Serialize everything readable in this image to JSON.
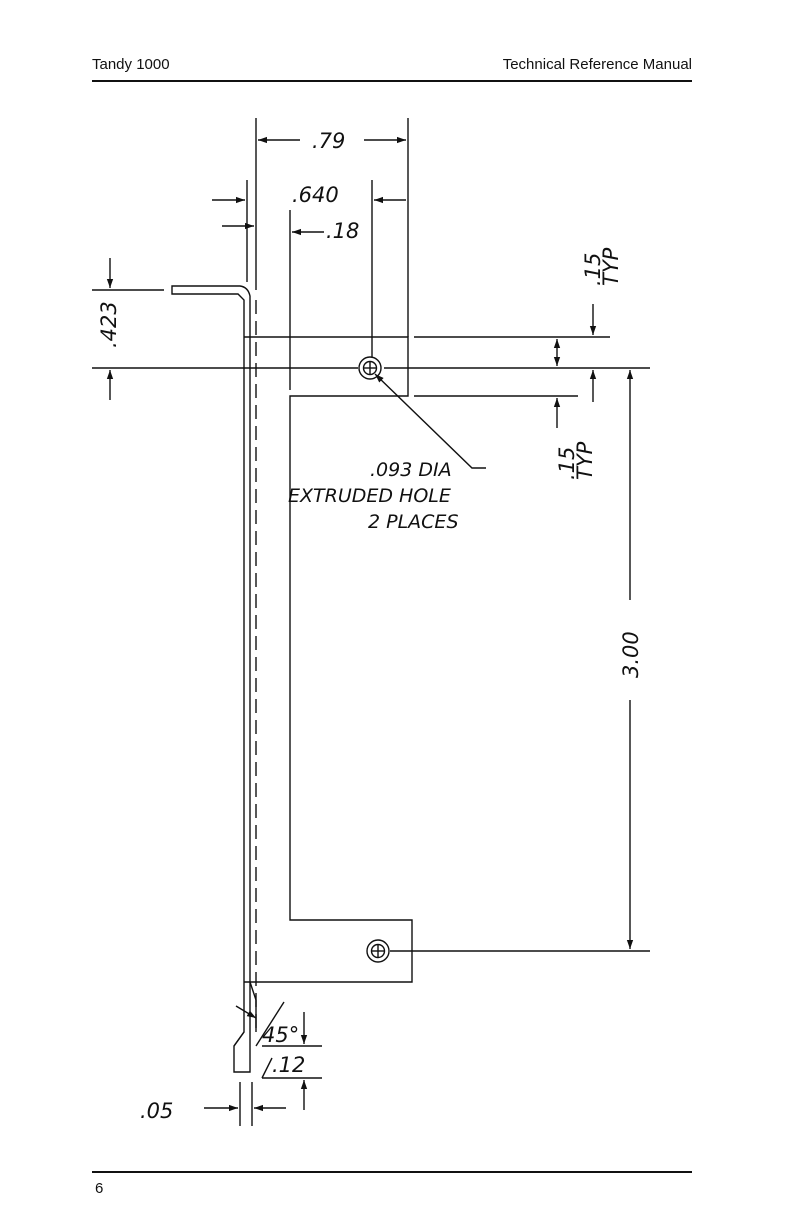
{
  "header": {
    "left": "Tandy 1000",
    "right": "Technical Reference Manual"
  },
  "footer": {
    "page_number": "6"
  },
  "drawing": {
    "dimensions": {
      "width_overall": ".79",
      "hole_offset_a": ".640",
      "hole_offset_b": ".18",
      "flange_height": ".423",
      "top_margin_typ": ".15",
      "top_margin_typ_label": "TYP",
      "hole_margin_typ": ".15",
      "hole_margin_typ_label": "TYP",
      "hole_spacing": "3.00",
      "bend_angle": "45°",
      "bend_offset": ".12",
      "thickness": ".05"
    },
    "note": {
      "line1": ".093 DIA",
      "line2": "EXTRUDED HOLE",
      "line3": "2 PLACES"
    }
  }
}
